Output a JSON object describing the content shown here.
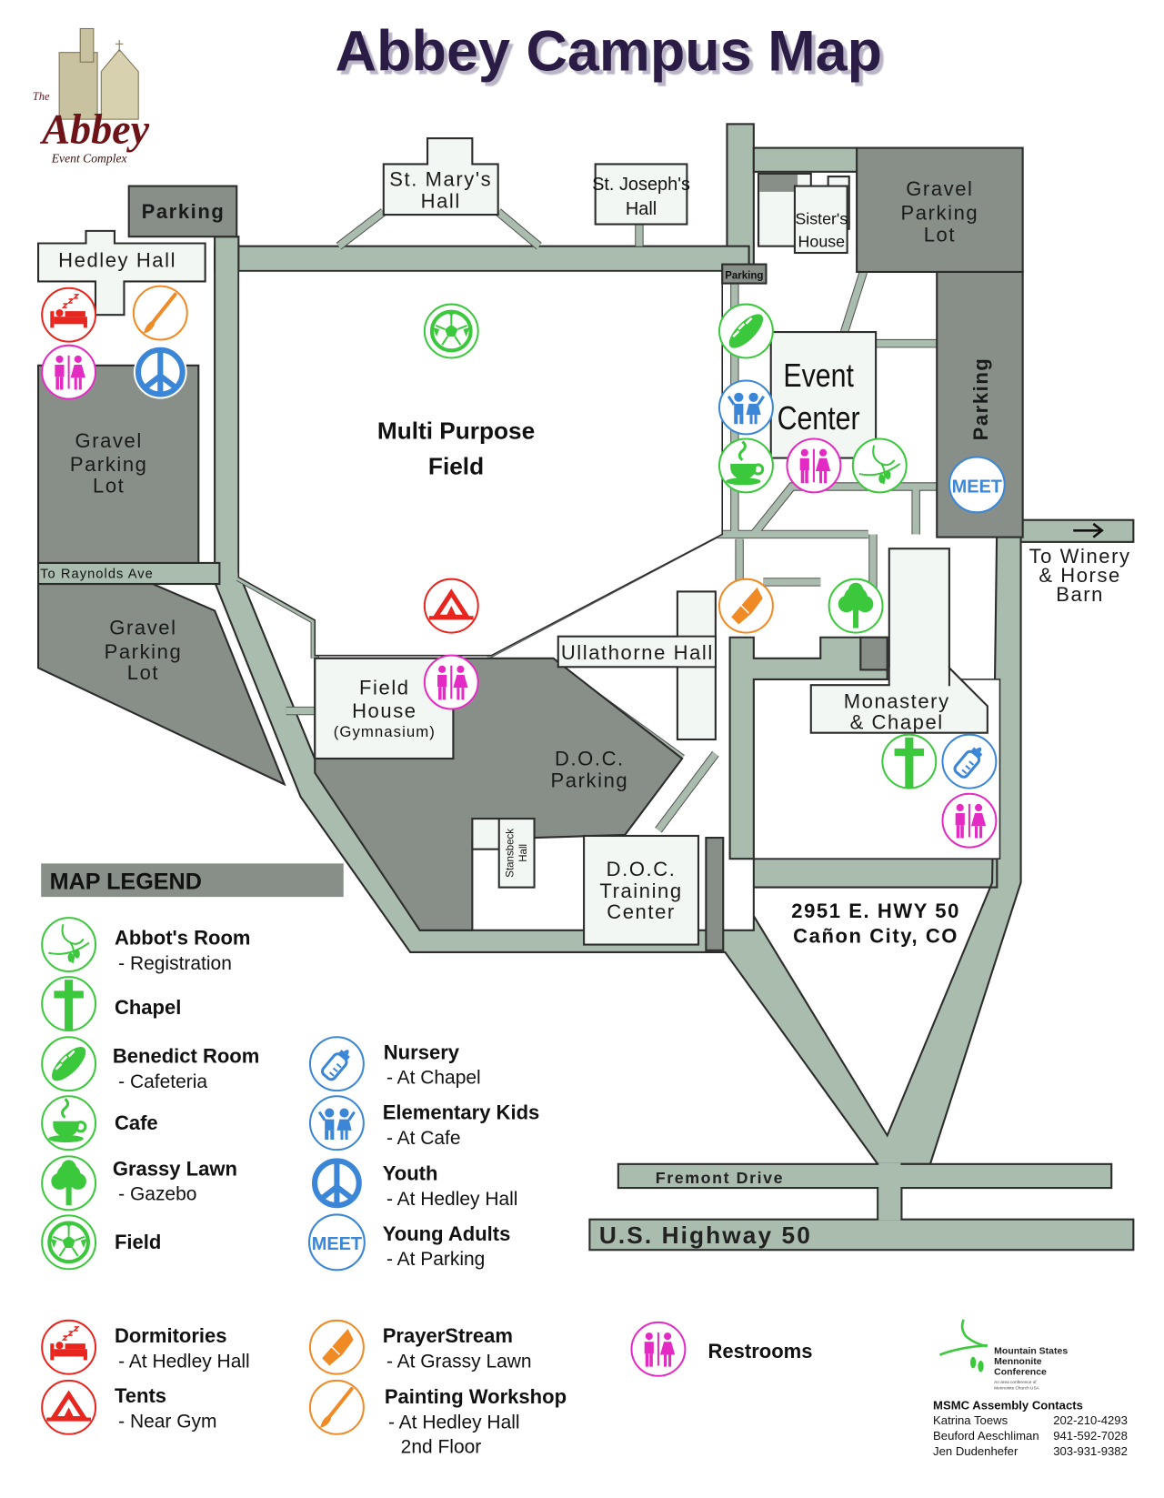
{
  "title": "Abbey Campus Map",
  "logo": {
    "line1": "The",
    "line2": "Abbey",
    "line3": "Event Complex"
  },
  "colors": {
    "road": "#a9bcae",
    "gravel": "#878f88",
    "building": "#f3f7f3",
    "title": "#2a1a45",
    "green": "#3cc83c",
    "blue": "#3b86d6",
    "pink": "#e32bc3",
    "red": "#e6261f",
    "orange": "#f08a24"
  },
  "map": {
    "parking_top_left": "Parking",
    "hedley_hall": "Hedley Hall",
    "st_marys": [
      "St. Mary's",
      "Hall"
    ],
    "st_josephs": [
      "St. Joseph's",
      "Hall"
    ],
    "sisters_house": [
      "Sister's",
      "House"
    ],
    "gravel_lot_top_right": [
      "Gravel",
      "Parking",
      "Lot"
    ],
    "parking_small": "Parking",
    "parking_right": "Parking",
    "event_center": [
      "Event",
      "Center"
    ],
    "multi_purpose_field": [
      "Multi Purpose",
      "Field"
    ],
    "gravel_lot_left": [
      "Gravel",
      "Parking",
      "Lot"
    ],
    "raynolds": "To Raynolds Ave",
    "gravel_lot_left_bottom": [
      "Gravel",
      "Parking",
      "Lot"
    ],
    "winery": [
      "To Winery",
      "& Horse",
      "Barn"
    ],
    "ullathorne": "Ullathorne Hall",
    "field_house": [
      "Field",
      "House",
      "(Gymnasium)"
    ],
    "doc_parking": [
      "D.O.C.",
      "Parking"
    ],
    "monastery": [
      "Monastery",
      "& Chapel"
    ],
    "stansbeck": [
      "Stansbeck",
      "Hall"
    ],
    "doc_training": [
      "D.O.C.",
      "Training",
      "Center"
    ],
    "address": [
      "2951 E. HWY 50",
      "Cañon City, CO"
    ],
    "fremont": "Fremont Drive",
    "highway": "U.S. Highway 50",
    "meet_icon": "MEET"
  },
  "legend": {
    "header": "MAP LEGEND",
    "items": [
      {
        "icon": "dove-icon",
        "title": "Abbot's Room",
        "sub": "- Registration"
      },
      {
        "icon": "cross-icon",
        "title": "Chapel",
        "sub": ""
      },
      {
        "icon": "bread-icon",
        "title": "Benedict Room",
        "sub": "- Cafeteria"
      },
      {
        "icon": "coffee-cup-icon",
        "title": "Cafe",
        "sub": ""
      },
      {
        "icon": "tree-icon",
        "title": "Grassy Lawn",
        "sub": "- Gazebo"
      },
      {
        "icon": "soccer-ball-icon",
        "title": "Field",
        "sub": ""
      },
      {
        "icon": "baby-bottle-icon",
        "title": "Nursery",
        "sub": "- At Chapel"
      },
      {
        "icon": "kids-icon",
        "title": "Elementary Kids",
        "sub": "- At Cafe"
      },
      {
        "icon": "peace-icon",
        "title": "Youth",
        "sub": "- At Hedley Hall"
      },
      {
        "icon": "meet-icon",
        "title": "Young Adults",
        "sub": "- At Parking"
      },
      {
        "icon": "bed-icon",
        "title": "Dormitories",
        "sub": "- At Hedley Hall"
      },
      {
        "icon": "tent-icon",
        "title": "Tents",
        "sub": "- Near Gym"
      },
      {
        "icon": "praying-hands-icon",
        "title": "PrayerStream",
        "sub": "- At Grassy Lawn"
      },
      {
        "icon": "paintbrush-icon",
        "title": "Painting Workshop",
        "sub": "- At Hedley Hall",
        "sub2": "2nd Floor"
      },
      {
        "icon": "restroom-icon",
        "title": "Restrooms",
        "sub": ""
      }
    ]
  },
  "msmc": {
    "logo_lines": [
      "Mountain States",
      "Mennonite",
      "Conference",
      "An area conference of",
      "Mennonite Church USA"
    ],
    "contacts_title": "MSMC Assembly Contacts",
    "contacts": [
      {
        "name": "Katrina Toews",
        "phone": "202-210-4293"
      },
      {
        "name": "Beuford Aeschliman",
        "phone": "941-592-7028"
      },
      {
        "name": "Jen Dudenhefer",
        "phone": "303-931-9382"
      }
    ]
  }
}
